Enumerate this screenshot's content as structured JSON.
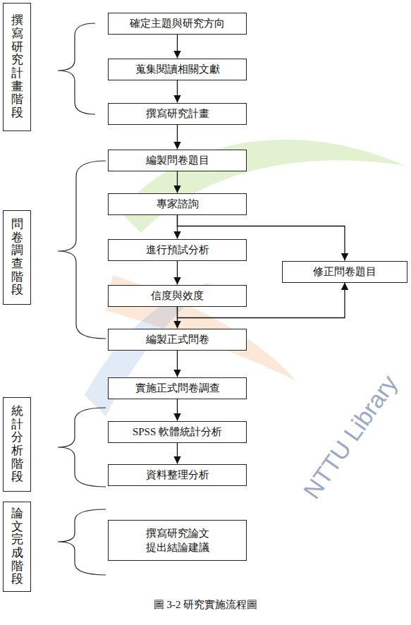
{
  "diagram": {
    "caption": "圖 3-2 研究實施流程圖",
    "nodes": [
      {
        "text": [
          "撰寫研究計畫階段"
        ]
      },
      {
        "text": [
          "確定主題與研究方向"
        ]
      },
      {
        "text": [
          "蒐集閱讀相關文獻"
        ]
      },
      {
        "text": [
          "撰寫研究計畫"
        ]
      },
      {
        "text": [
          "問卷調查階段"
        ]
      },
      {
        "text": [
          "編製問卷題目"
        ]
      },
      {
        "text": [
          "專家諮詢"
        ]
      },
      {
        "text": [
          "進行預試分析"
        ]
      },
      {
        "text": [
          "信度與效度"
        ]
      },
      {
        "text": [
          "編製正式問卷"
        ]
      },
      {
        "text": [
          "修正問卷題目"
        ]
      },
      {
        "text": [
          "實施正式問卷調查"
        ]
      },
      {
        "text": [
          "統計分析階段"
        ]
      },
      {
        "text": [
          "SPSS 軟體統計分析"
        ]
      },
      {
        "text": [
          "資料整理分析"
        ]
      },
      {
        "text": [
          "論文完成階段"
        ]
      },
      {
        "text": [
          "撰寫研究論文",
          "提出結論建議"
        ]
      }
    ],
    "edges": [
      {
        "from": 1,
        "to": 2,
        "arrow": "to"
      },
      {
        "from": 2,
        "to": 3,
        "arrow": "to"
      },
      {
        "from": 3,
        "to": 5,
        "arrow": "to"
      },
      {
        "from": 5,
        "to": 6,
        "arrow": "to"
      },
      {
        "from": 6,
        "to": 7,
        "arrow": "to"
      },
      {
        "from": 7,
        "to": 8,
        "arrow": "to"
      },
      {
        "from": 8,
        "to": 9,
        "arrow": "to"
      },
      {
        "from": 9,
        "to": 11,
        "arrow": "to"
      },
      {
        "from": 11,
        "to": 13,
        "arrow": "to"
      },
      {
        "from": 13,
        "to": 14,
        "arrow": "to"
      },
      {
        "from": 6,
        "to": 10,
        "arrow": "to"
      },
      {
        "from": 8,
        "to": 10,
        "arrow": "to"
      }
    ],
    "labels": [
      "NTTU Library"
    ]
  }
}
